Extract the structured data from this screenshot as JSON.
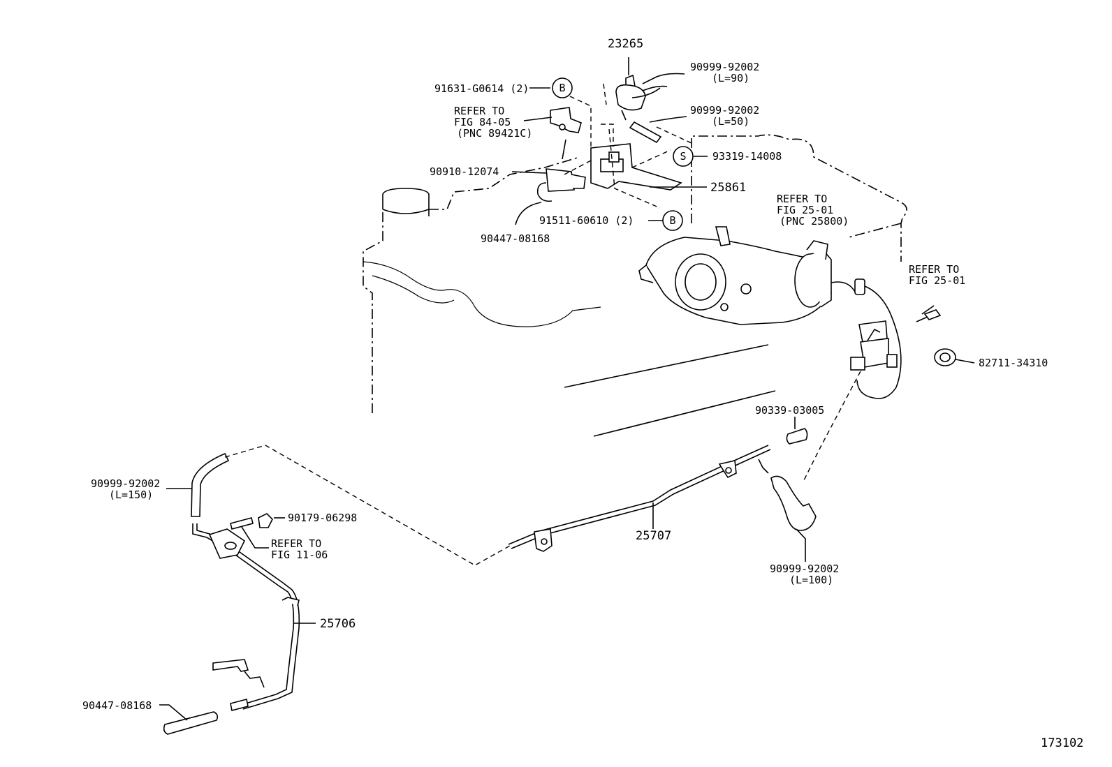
{
  "diagram_id": "173102",
  "callouts": {
    "c23265": "23265",
    "c90999_90": "90999-92002",
    "c90999_90_len": "(L=90)",
    "c90999_50": "90999-92002",
    "c90999_50_len": "(L=50)",
    "c91631": "91631-G0614 (2)",
    "refer84_l1": "REFER TO",
    "refer84_l2": "FIG 84-05",
    "refer84_l3": "(PNC 89421C)",
    "c93319": "93319-14008",
    "c90910": "90910-12074",
    "c25861": "25861",
    "c91511": "91511-60610 (2)",
    "c90447_top": "90447-08168",
    "refer2501a_l1": "REFER TO",
    "refer2501a_l2": "FIG 25-01",
    "refer2501a_l3": "(PNC 25800)",
    "refer2501b_l1": "REFER TO",
    "refer2501b_l2": "FIG 25-01",
    "c82711": "82711-34310",
    "c90339": "90339-03005",
    "c90999_150": "90999-92002",
    "c90999_150_len": "(L=150)",
    "c90179": "90179-06298",
    "refer1106_l1": "REFER TO",
    "refer1106_l2": "FIG 11-06",
    "c25707": "25707",
    "c90999_100": "90999-92002",
    "c90999_100_len": "(L=100)",
    "c25706": "25706",
    "c90447_bot": "90447-08168"
  },
  "markers": {
    "b_top": "B",
    "s_mid": "S",
    "b_bot": "B"
  }
}
